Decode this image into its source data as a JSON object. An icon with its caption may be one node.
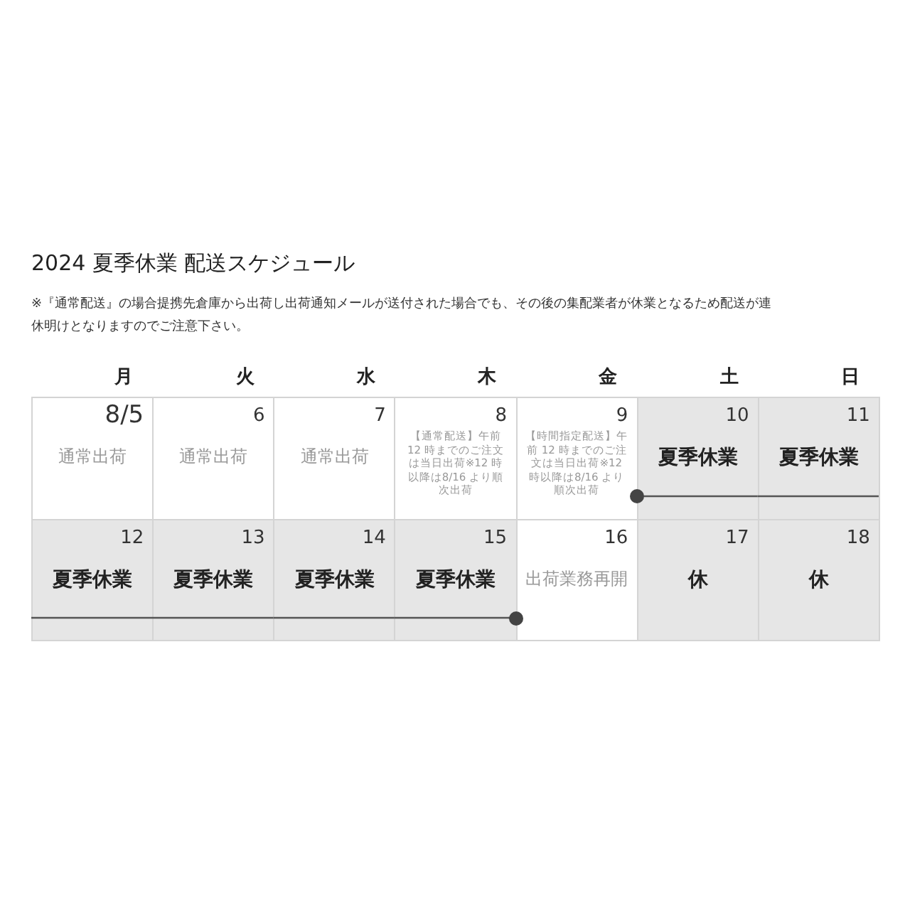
{
  "diagram": {
    "title": "2024 夏季休業 配送スケジュール",
    "nodes": [
      {
        "text": [
          "8/5",
          "通常出荷"
        ]
      },
      {
        "text": [
          "6",
          "通常出荷"
        ]
      },
      {
        "text": [
          "7",
          "通常出荷"
        ]
      },
      {
        "text": [
          "8",
          "【通常配送】午前 12 時までのご注文は当日出荷※12 時以降は8/16 より順次出荷"
        ]
      },
      {
        "text": [
          "9",
          "【時間指定配送】午前 12 時までのご注文は当日出荷※12 時以降は8/16 より順次出荷"
        ]
      },
      {
        "text": [
          "10",
          "夏季休業"
        ]
      },
      {
        "text": [
          "11",
          "夏季休業"
        ]
      },
      {
        "text": [
          "12",
          "夏季休業"
        ]
      },
      {
        "text": [
          "13",
          "夏季休業"
        ]
      },
      {
        "text": [
          "14",
          "夏季休業"
        ]
      },
      {
        "text": [
          "15",
          "夏季休業"
        ]
      },
      {
        "text": [
          "16",
          "出荷業務再開"
        ]
      },
      {
        "text": [
          "17",
          "休"
        ]
      },
      {
        "text": [
          "18",
          "休"
        ]
      },
      {
        "text": [],
        "shape": "circle"
      },
      {
        "text": [],
        "shape": "circle"
      }
    ],
    "edges": [
      {
        "from": 14,
        "to": 5,
        "arrow": "none"
      },
      {
        "from": 5,
        "to": 6,
        "arrow": "none"
      },
      {
        "from": 7,
        "to": 8,
        "arrow": "none"
      },
      {
        "from": 8,
        "to": 9,
        "arrow": "none"
      },
      {
        "from": 9,
        "to": 10,
        "arrow": "none"
      },
      {
        "from": 10,
        "to": 15,
        "arrow": "none"
      }
    ],
    "labels": [
      "※『通常配送』の場合提携先倉庫から出荷し出荷通知メールが送付された場合でも、その後の集配業者が休業となるため配送が連休明けとなりますのでご注意下さい。",
      "月",
      "火",
      "水",
      "木",
      "金",
      "土",
      "日"
    ]
  }
}
